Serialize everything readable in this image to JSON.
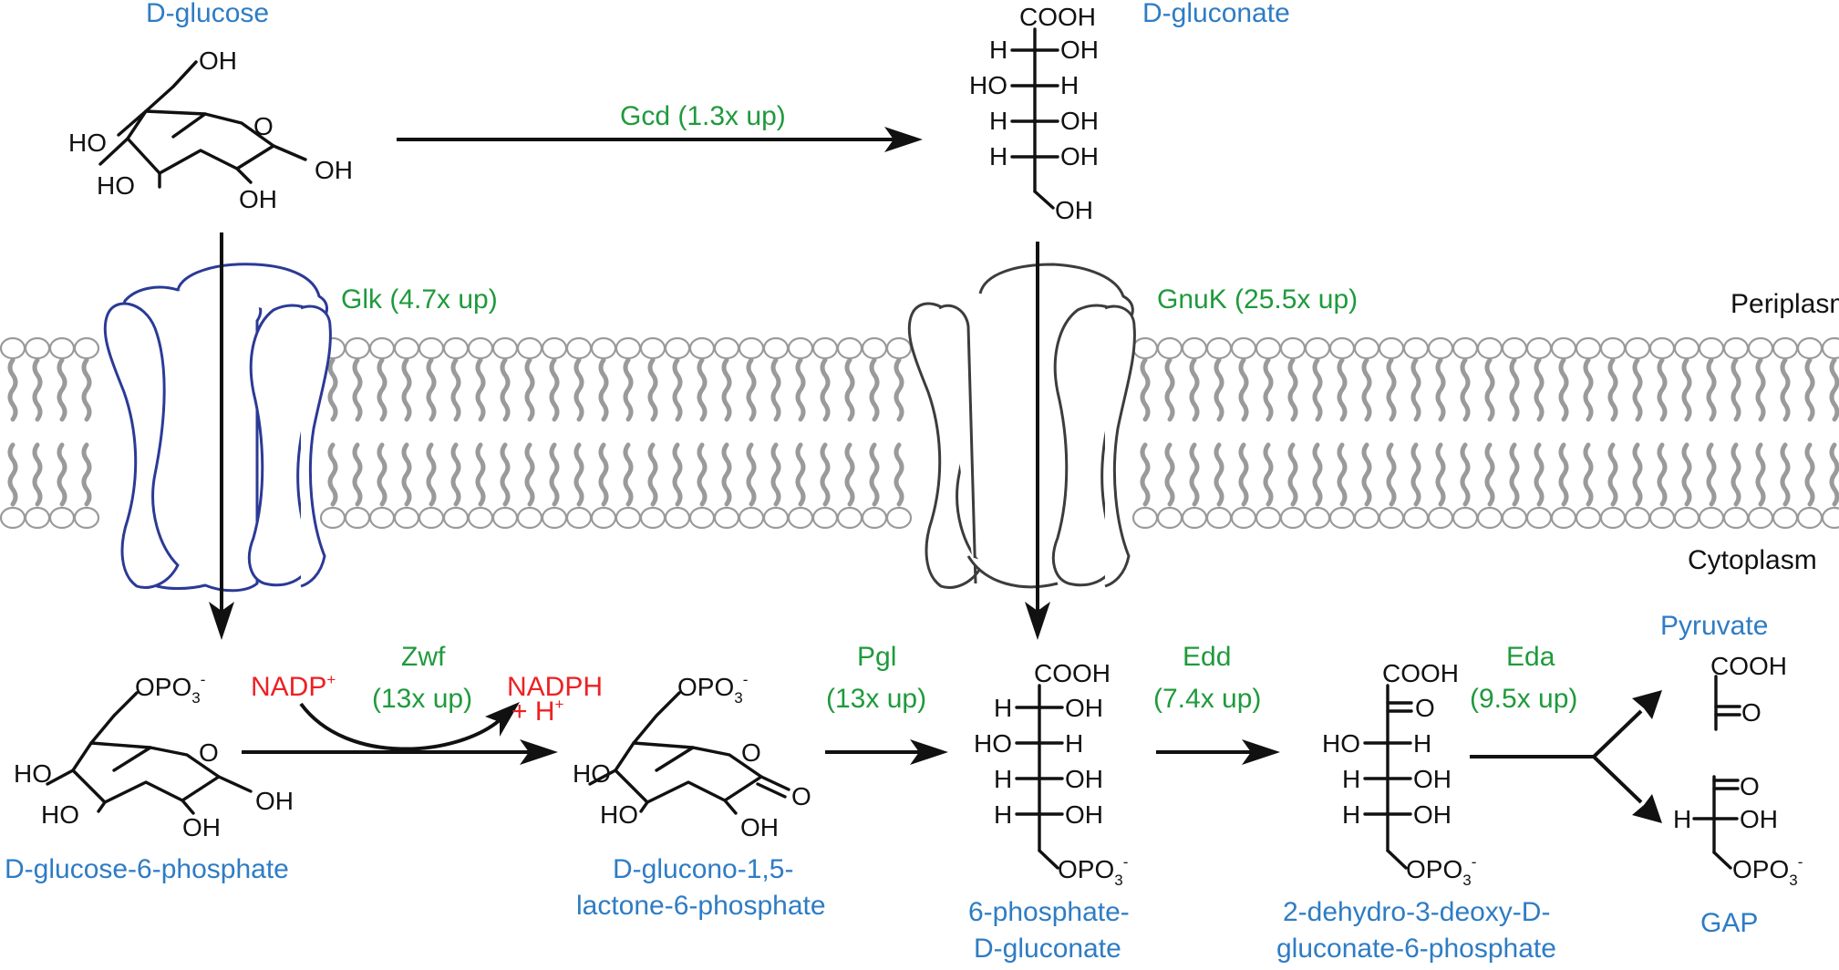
{
  "compartments": {
    "periplasm": "Periplasm",
    "cytoplasm": "Cytoplasm"
  },
  "metabolites": {
    "d_glucose": "D-glucose",
    "d_gluconate": "D-gluconate",
    "g6p": "D-glucose-6-phosphate",
    "lactone_line1": "D-glucono-1,5-",
    "lactone_line2": "lactone-6-phosphate",
    "p_gluconate_line1": "6-phosphate-",
    "p_gluconate_line2": "D-gluconate",
    "kdpg_line1": "2-dehydro-3-deoxy-D-",
    "kdpg_line2": "gluconate-6-phosphate",
    "pyruvate": "Pyruvate",
    "gap": "GAP"
  },
  "enzymes": {
    "gcd": "Gcd (1.3x up)",
    "glk": "Glk (4.7x up)",
    "gnuk": "GnuK (25.5x up)",
    "zwf_name": "Zwf",
    "zwf_fold": "(13x up)",
    "pgl_name": "Pgl",
    "pgl_fold": "(13x up)",
    "edd_name": "Edd",
    "edd_fold": "(7.4x up)",
    "eda_name": "Eda",
    "eda_fold": "(9.5x up)"
  },
  "cofactors": {
    "nadp_base": "NADP",
    "nadp_charge": "+",
    "nadph": "NADPH",
    "h_plus_base": "+ H",
    "h_plus_charge": "+"
  },
  "atoms": {
    "OH": "OH",
    "HO": "HO",
    "O": "O",
    "H": "H",
    "COOH": "COOH",
    "OPO3": "OPO",
    "sub3": "3",
    "minus": "-"
  },
  "colors": {
    "metabolite": "#2e7cc4",
    "enzyme": "#1f9a3c",
    "cofactor": "#ee2024",
    "glucose_transporter": "#2b3a96",
    "gluconate_transporter": "#3c3c3c",
    "membrane": "#9a9a9a"
  }
}
